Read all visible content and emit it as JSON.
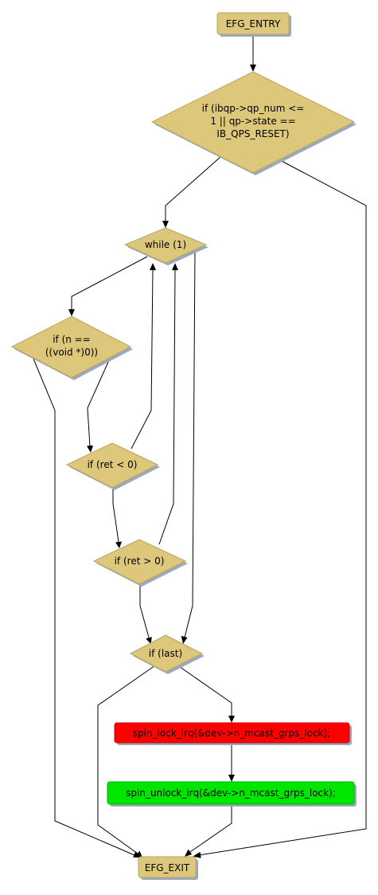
{
  "colors": {
    "decision_fill": "#dcc77b",
    "decision_stroke": "#b8a45e",
    "shadow": "#9aa9c0",
    "lock_fill": "#ff0000",
    "unlock_fill": "#00e600",
    "edge": "#000000"
  },
  "nodes": {
    "entry": {
      "label": "EFG_ENTRY"
    },
    "qp_check": {
      "lines": [
        "if (ibqp->qp_num <=",
        "1 || qp->state ==",
        "IB_QPS_RESET)"
      ]
    },
    "while_loop": {
      "label": "while (1)"
    },
    "if_n_null": {
      "lines": [
        "if (n ==",
        "((void *)0))"
      ]
    },
    "if_ret_lt": {
      "label": "if (ret < 0)"
    },
    "if_ret_gt": {
      "label": "if (ret > 0)"
    },
    "if_last": {
      "label": "if (last)"
    },
    "spin_lock": {
      "label": "spin_lock_irq(&dev->n_mcast_grps_lock);"
    },
    "spin_unlock": {
      "label": "spin_unlock_irq(&dev->n_mcast_grps_lock);"
    },
    "exit": {
      "label": "EFG_EXIT"
    }
  }
}
